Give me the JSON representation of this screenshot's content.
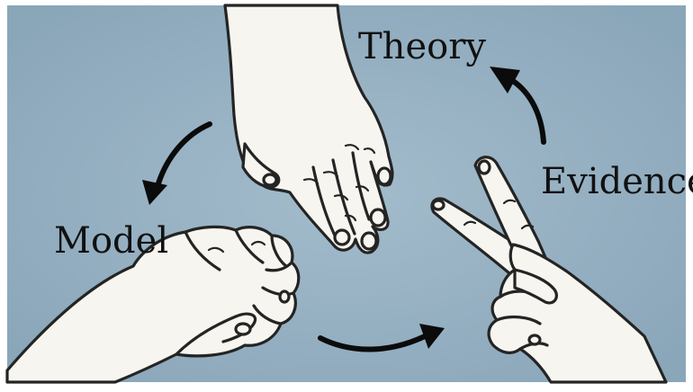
{
  "diagram": {
    "labels": {
      "theory": "Theory",
      "evidence": "Evidence",
      "model": "Model"
    },
    "hands": {
      "paper": "open-hand",
      "scissors": "scissors-hand",
      "rock": "fist-hand"
    },
    "colors": {
      "background": "#97b1c3",
      "skin": "#f7f5ef",
      "outline": "#242424",
      "arrow": "#0b0b0b",
      "text": "#111111",
      "border": "#ffffff"
    }
  }
}
